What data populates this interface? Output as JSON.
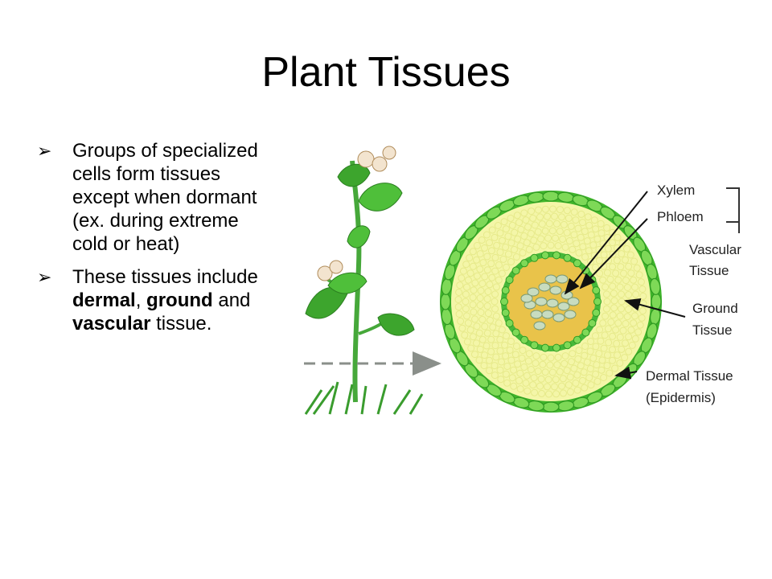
{
  "slide": {
    "title": "Plant Tissues",
    "bullets": [
      {
        "parts": [
          {
            "text": " Groups of specialized cells form tissues except when dormant (ex. during extreme cold or heat)",
            "bold": false
          }
        ]
      },
      {
        "parts": [
          {
            "text": "These tissues include ",
            "bold": false
          },
          {
            "text": "dermal",
            "bold": true
          },
          {
            "text": ", ",
            "bold": false
          },
          {
            "text": "ground",
            "bold": true
          },
          {
            "text": " and ",
            "bold": false
          },
          {
            "text": "vascular",
            "bold": true
          },
          {
            "text": " tissue.",
            "bold": false
          }
        ]
      }
    ],
    "bullet_glyph": "➢"
  },
  "figure": {
    "labels": {
      "xylem": "Xylem",
      "phloem": "Phloem",
      "vascular_1": "Vascular",
      "vascular_2": "Tissue",
      "ground_1": "Ground",
      "ground_2": "Tissue",
      "dermal_1": "Dermal Tissue",
      "dermal_2": "(Epidermis)"
    },
    "colors": {
      "epidermis": "#3fb52a",
      "epidermis_cell": "#7ed957",
      "ground": "#f4f6a8",
      "ground_cell": "#e6e98a",
      "stele_ring": "#46b83a",
      "stele_fill": "#e9c34a",
      "xylem_cell": "#c8dcc0",
      "leaf": "#3da52d",
      "flower": "#f3e4cf"
    }
  }
}
